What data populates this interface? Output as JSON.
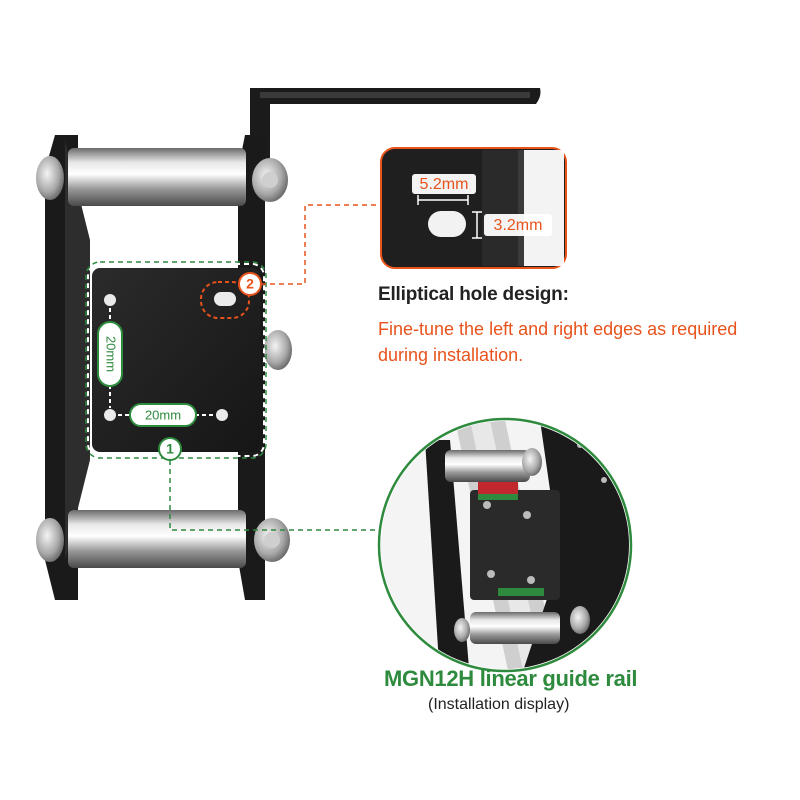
{
  "callouts": {
    "hole_width": "5.2mm",
    "hole_height": "3.2mm",
    "badge_2": "2",
    "badge_1": "1",
    "spacing_vertical": "20mm",
    "spacing_horizontal": "20mm"
  },
  "elliptical": {
    "title": "Elliptical hole design:",
    "description": "Fine-tune the left and right edges as required during installation."
  },
  "rail": {
    "title": "MGN12H linear guide rail",
    "subtitle": "(Installation display)"
  },
  "colors": {
    "orange": "#e8531c",
    "green": "#2e8b3e",
    "metal_black": "#1e1e1e"
  }
}
